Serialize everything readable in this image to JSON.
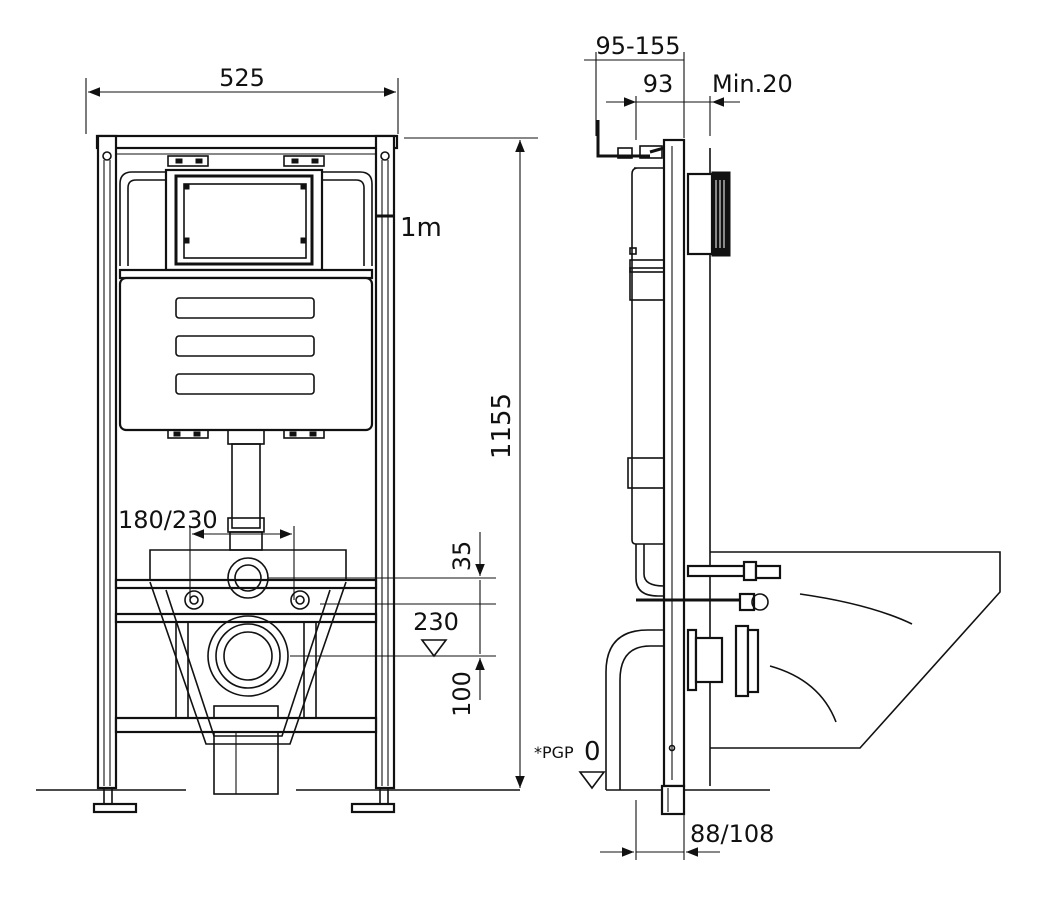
{
  "front_view": {
    "width_label": "525",
    "cable_label": "1m",
    "spacing_label": "180/230",
    "h35_label": "35",
    "h230_label": "230",
    "h100_label": "100"
  },
  "side_view": {
    "top_range_label": "95-155",
    "depth_label": "93",
    "min_label": "Min.20",
    "height_label": "1155",
    "pgp_label": "*PGP",
    "zero_label": "0",
    "foot_label": "88/108"
  }
}
